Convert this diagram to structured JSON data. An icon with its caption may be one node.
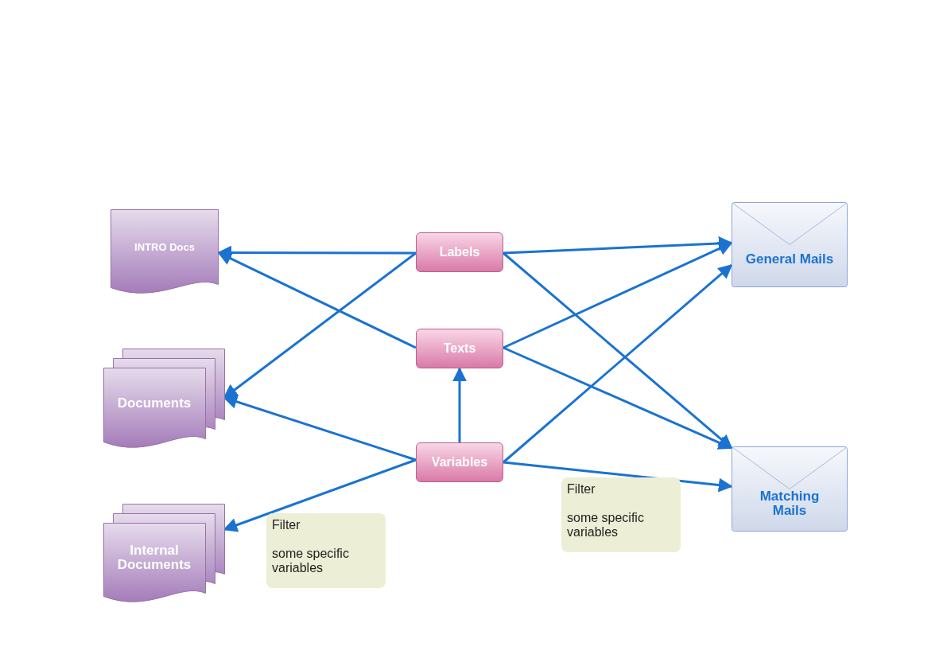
{
  "diagram": {
    "nodes": [
      {
        "text": [
          "INTRO Docs"
        ]
      },
      {
        "text": [
          "Documents"
        ]
      },
      {
        "text": [
          "Internal Documents"
        ]
      },
      {
        "text": [
          "Labels"
        ]
      },
      {
        "text": [
          "Texts"
        ]
      },
      {
        "text": [
          "Variables"
        ]
      },
      {
        "text": [
          "General Mails"
        ]
      },
      {
        "text": [
          "Matching Mails"
        ]
      },
      {
        "text": [
          "Filter",
          "some specific variables"
        ]
      },
      {
        "text": [
          "Filter",
          "some specific variables"
        ]
      }
    ],
    "edges": [
      {
        "from": 3,
        "to": 0,
        "arrow": "to"
      },
      {
        "from": 3,
        "to": 1,
        "arrow": "to"
      },
      {
        "from": 3,
        "to": 6,
        "arrow": "to"
      },
      {
        "from": 3,
        "to": 7,
        "arrow": "to"
      },
      {
        "from": 4,
        "to": 0,
        "arrow": "to"
      },
      {
        "from": 4,
        "to": 6,
        "arrow": "to"
      },
      {
        "from": 4,
        "to": 7,
        "arrow": "to"
      },
      {
        "from": 5,
        "to": 4,
        "arrow": "to"
      },
      {
        "from": 5,
        "to": 1,
        "arrow": "to"
      },
      {
        "from": 5,
        "to": 2,
        "arrow": "to"
      },
      {
        "from": 5,
        "to": 6,
        "arrow": "to"
      },
      {
        "from": 5,
        "to": 7,
        "arrow": "to"
      }
    ]
  }
}
